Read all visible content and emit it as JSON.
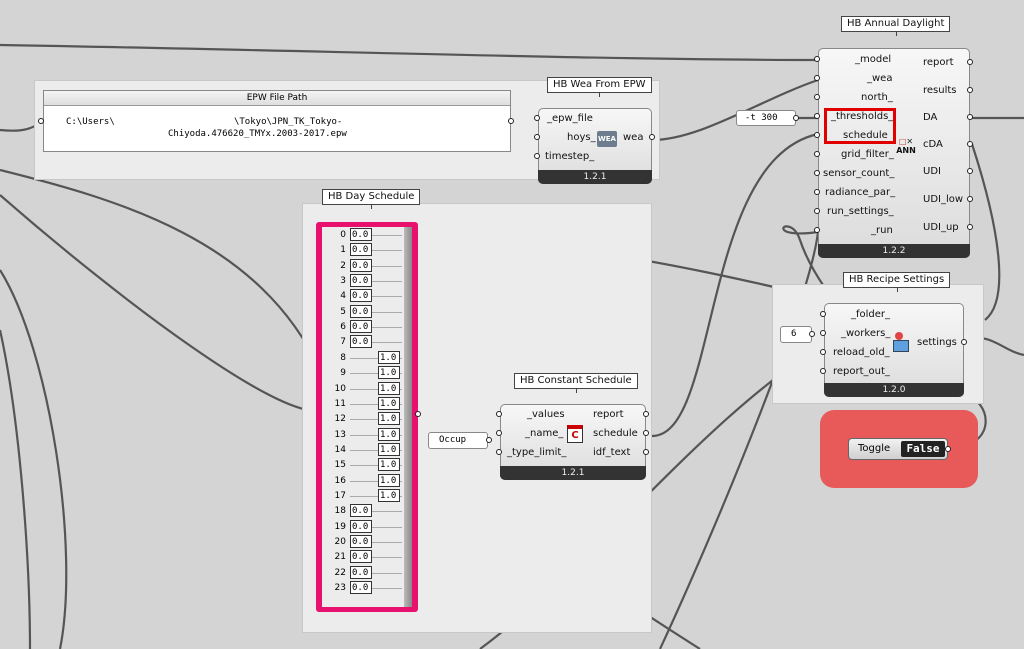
{
  "epw_panel": {
    "title": "EPW File Path",
    "line1": "C:\\Users\\                      \\Tokyo\\JPN_TK_Tokyo-",
    "line2": "Chiyoda.476620_TMYx.2003-2017.epw"
  },
  "wea": {
    "title": "HB Wea From EPW",
    "inputs": [
      "_epw_file",
      "hoys_",
      "timestep_"
    ],
    "output": "wea",
    "version": "1.2.1",
    "icon": "wea-icon"
  },
  "daylight": {
    "title": "HB Annual Daylight",
    "inputs": [
      "_model",
      "_wea",
      "north_",
      "_thresholds_",
      "schedule",
      "grid_filter_",
      "sensor_count_",
      "radiance_par_",
      "run_settings_",
      "_run"
    ],
    "outputs": [
      "report",
      "results",
      "DA",
      "cDA",
      "UDI",
      "UDI_low",
      "UDI_up"
    ],
    "version": "1.2.2",
    "icon": "ann-icon"
  },
  "thresholds_panel": {
    "value": "-t 300"
  },
  "day_schedule": {
    "title": "HB Day Schedule",
    "hours": [
      "0",
      "1",
      "2",
      "3",
      "4",
      "5",
      "6",
      "7",
      "8",
      "9",
      "10",
      "11",
      "12",
      "13",
      "14",
      "15",
      "16",
      "17",
      "18",
      "19",
      "20",
      "21",
      "22",
      "23"
    ],
    "values": [
      "0.0",
      "0.0",
      "0.0",
      "0.0",
      "0.0",
      "0.0",
      "0.0",
      "0.0",
      "1.0",
      "1.0",
      "1.0",
      "1.0",
      "1.0",
      "1.0",
      "1.0",
      "1.0",
      "1.0",
      "1.0",
      "0.0",
      "0.0",
      "0.0",
      "0.0",
      "0.0",
      "0.0"
    ]
  },
  "const_sched": {
    "title": "HB Constant Schedule",
    "inputs": [
      "_values",
      "_name_",
      "_type_limit_"
    ],
    "outputs": [
      "report",
      "schedule",
      "idf_text"
    ],
    "version": "1.2.1",
    "icon": "calendar-icon"
  },
  "occup_panel": {
    "value": "Occup"
  },
  "recipe": {
    "title": "HB Recipe Settings",
    "inputs": [
      "_folder_",
      "_workers_",
      "reload_old_",
      "report_out_"
    ],
    "output": "settings",
    "version": "1.2.0",
    "icon": "settings-icon"
  },
  "workers_panel": {
    "value": "6"
  },
  "toggle": {
    "label": "Toggle",
    "value": "False"
  },
  "colors": {
    "highlight": "#e00000",
    "schedule_pink": "#e8126e",
    "toggle_group": "#e85a5a"
  }
}
